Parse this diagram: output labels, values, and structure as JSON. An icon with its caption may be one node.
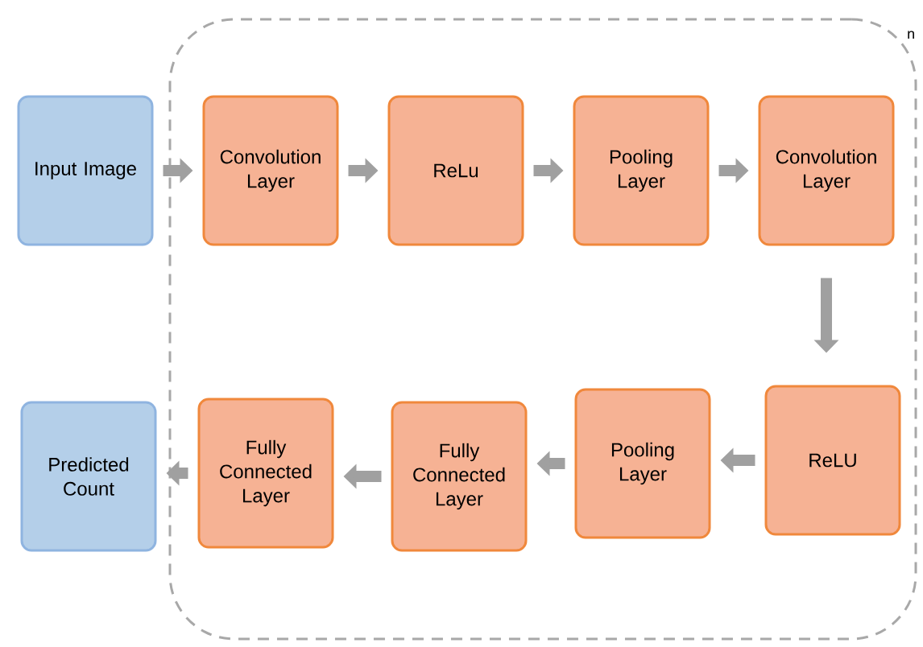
{
  "diagram": {
    "nodes": [
      {
        "text": [
          "Input Image"
        ]
      },
      {
        "text": [
          "n"
        ]
      },
      {
        "text": [
          "Convolution Layer"
        ],
        "in": 1
      },
      {
        "text": [
          "ReLu"
        ],
        "in": 1
      },
      {
        "text": [
          "Pooling Layer"
        ],
        "in": 1
      },
      {
        "text": [
          "Convolution Layer"
        ],
        "in": 1
      },
      {
        "text": [
          "ReLU"
        ],
        "in": 1
      },
      {
        "text": [
          "Pooling Layer"
        ],
        "in": 1
      },
      {
        "text": [
          "Fully Connected Layer"
        ],
        "in": 1
      },
      {
        "text": [
          "Fully Connected Layer"
        ],
        "in": 1
      },
      {
        "text": [
          "Predicted Count"
        ]
      }
    ],
    "edges": [
      {
        "from": 0,
        "to": 2,
        "arrow": "to"
      },
      {
        "from": 2,
        "to": 3,
        "arrow": "to"
      },
      {
        "from": 3,
        "to": 4,
        "arrow": "to"
      },
      {
        "from": 4,
        "to": 5,
        "arrow": "to"
      },
      {
        "from": 5,
        "to": 6,
        "arrow": "to"
      },
      {
        "from": 6,
        "to": 7,
        "arrow": "to"
      },
      {
        "from": 7,
        "to": 8,
        "arrow": "to"
      },
      {
        "from": 8,
        "to": 9,
        "arrow": "to"
      },
      {
        "from": 9,
        "to": 10,
        "arrow": "to"
      }
    ]
  }
}
